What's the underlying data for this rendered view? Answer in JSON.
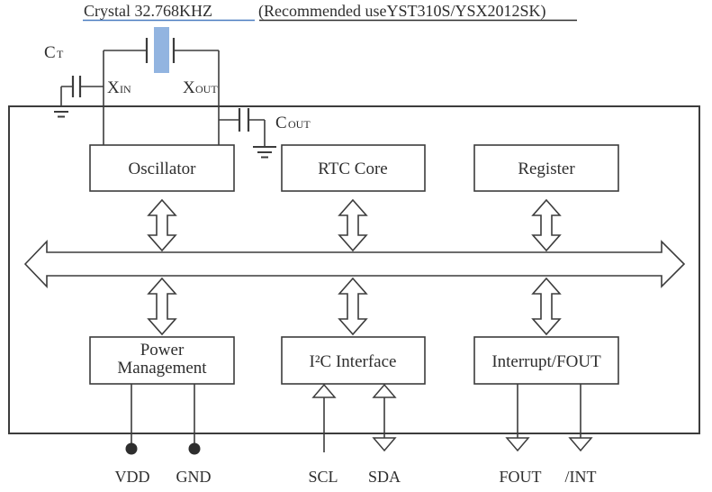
{
  "title": {
    "link": "Crystal 32.768KHZ",
    "note": "(Recommended useYST310S/YSX2012SK)"
  },
  "colors": {
    "link_blue": "#4a7cc0",
    "crystal_blue": "#92b4e0",
    "line": "#3c3c3c"
  },
  "crystal_circuit": {
    "ct_main": "C",
    "ct_sub": "T",
    "cout_main": "C",
    "cout_sub": "OUT",
    "xin_main": "X",
    "xin_sub": "IN",
    "xout_main": "X",
    "xout_sub": "OUT"
  },
  "blocks": {
    "oscillator": "Oscillator",
    "rtc_core": "RTC Core",
    "register": "Register",
    "power_line1": "Power",
    "power_line2": "Management",
    "i2c": "I²C Interface",
    "interrupt": "Interrupt/FOUT"
  },
  "pins": {
    "vdd": "VDD",
    "gnd": "GND",
    "scl": "SCL",
    "sda": "SDA",
    "fout": "FOUT",
    "int": "/INT"
  }
}
